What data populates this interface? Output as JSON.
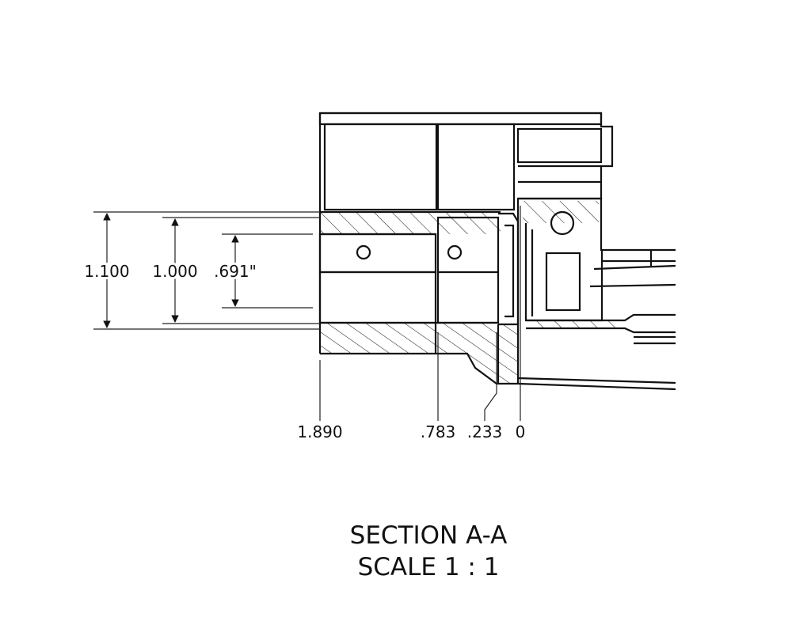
{
  "view": {
    "title": "SECTION A-A",
    "scale": "SCALE 1 : 1"
  },
  "dimensions": {
    "vertical": [
      "1.100",
      "1.000",
      ".691\""
    ],
    "horizontal": [
      "1.890",
      ".783",
      ".233",
      "0"
    ]
  }
}
